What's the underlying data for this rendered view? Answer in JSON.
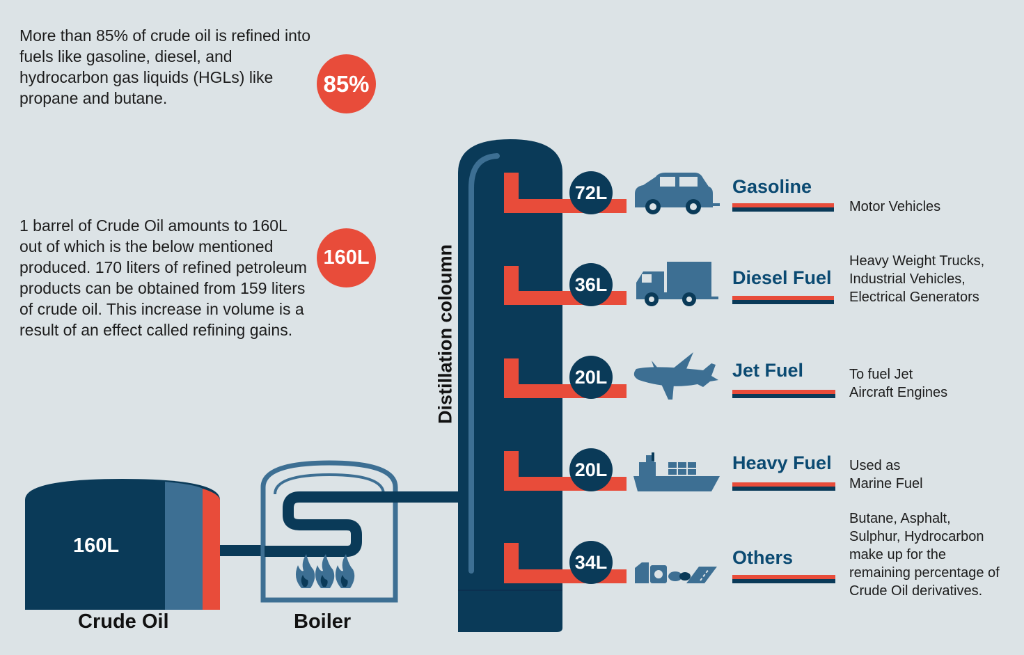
{
  "intro": {
    "text": "More than 85% of crude oil is refined into fuels like gasoline, diesel, and hydrocarbon gas liquids (HGLs) like propane and butane.",
    "badge": "85%"
  },
  "barrel": {
    "text": "1 barrel of Crude Oil amounts to 160L out of which is the below mentioned produced. 170 liters of refined petroleum products can be obtained from 159 liters of crude oil. This increase in volume is a result of an effect called refining gains.",
    "badge": "160L"
  },
  "tank": {
    "volume": "160L",
    "label": "Crude Oil"
  },
  "boiler": {
    "label": "Boiler"
  },
  "column": {
    "label": "Distillation coloumn"
  },
  "products": [
    {
      "volume": "72L",
      "name": "Gasoline",
      "use": "Motor Vehicles",
      "icon": "car-icon"
    },
    {
      "volume": "36L",
      "name": "Diesel Fuel",
      "use": "Heavy Weight Trucks,\nIndustrial Vehicles,\nElectrical Generators",
      "icon": "truck-icon"
    },
    {
      "volume": "20L",
      "name": "Jet Fuel",
      "use": "To fuel Jet\nAircraft Engines",
      "icon": "airplane-icon"
    },
    {
      "volume": "20L",
      "name": "Heavy Fuel",
      "use": "Used as\nMarine Fuel",
      "icon": "ship-icon"
    },
    {
      "volume": "34L",
      "name": "Others",
      "use": "Butane, Asphalt,\nSulphur, Hydrocarbon\nmake up for the\nremaining percentage of\nCrude Oil derivatives.",
      "icon": "barrels-asphalt-icon"
    }
  ],
  "colors": {
    "navy": "#0a3a58",
    "steel": "#3d6f93",
    "red": "#e84c3a",
    "background": "#dce3e6"
  }
}
